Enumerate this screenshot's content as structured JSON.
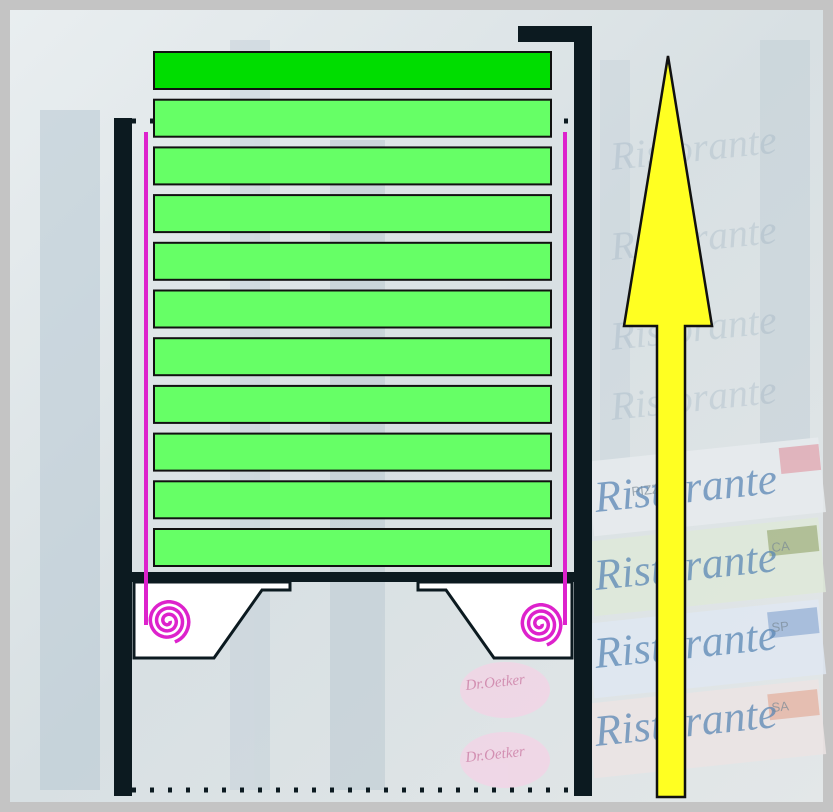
{
  "diagram": {
    "title": "",
    "shelf_count": 11,
    "shelves_highlighted": 1,
    "colors": {
      "frame": "#0c1a20",
      "shelf": "#66ff66",
      "shelf_highlight": "#00dd00",
      "spring": "#dd22cc",
      "arrow": "#ffff22",
      "border": "#c0c0c0",
      "background": "#dde4e6"
    },
    "arrow_direction": "up"
  },
  "background": {
    "brand": "Ristorante",
    "brand_small": "Dr.Oetker",
    "flavour_snippets": [
      "PIZZA",
      "CA",
      "SP",
      "SA"
    ]
  }
}
